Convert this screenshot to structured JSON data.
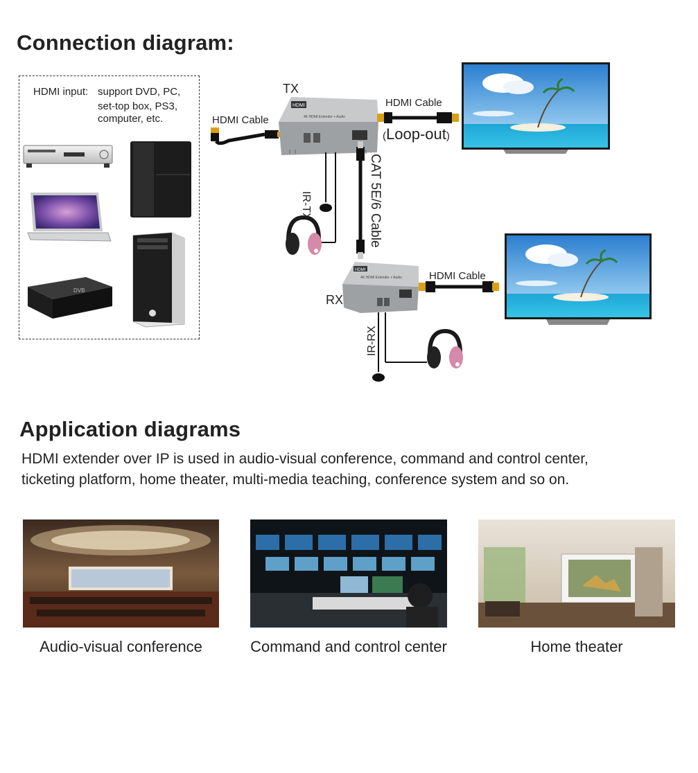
{
  "connection": {
    "title": "Connection diagram:",
    "hdmi_input_label": "HDMI input:",
    "hdmi_input_desc_line1": "support DVD, PC,",
    "hdmi_input_desc_line2": "set-top box, PS3,",
    "hdmi_input_desc_line3": "computer, etc.",
    "tx_label": "TX",
    "rx_label": "RX",
    "hdmi_cable_in": "HDMI Cable",
    "hdmi_cable_loop": "HDMI Cable",
    "loop_out": "Loop-out",
    "cat_cable": "CAT 5E/6 Cable",
    "hdmi_cable_out": "HDMI Cable",
    "ir_tx": "IR-TX",
    "ir_rx": "IR-RX",
    "device_badge": "HDMI",
    "tx_device_text": "4K HDMI Extender + Audio",
    "rx_device_text": "4K HDMI Extender + Audio"
  },
  "application": {
    "title": "Application diagrams",
    "description_line1": "HDMI extender over IP is used in audio-visual conference, command and control center,",
    "description_line2": "ticketing platform, home theater, multi-media teaching, conference system and so on.",
    "items": [
      {
        "caption": "Audio-visual conference"
      },
      {
        "caption": "Command and control center"
      },
      {
        "caption": "Home theater"
      }
    ]
  },
  "colors": {
    "sky": "#3d8fd6",
    "sea": "#2fb4d8",
    "device": "#a7a9ab",
    "headphone": "#d48aa8",
    "cable": "#111111"
  }
}
